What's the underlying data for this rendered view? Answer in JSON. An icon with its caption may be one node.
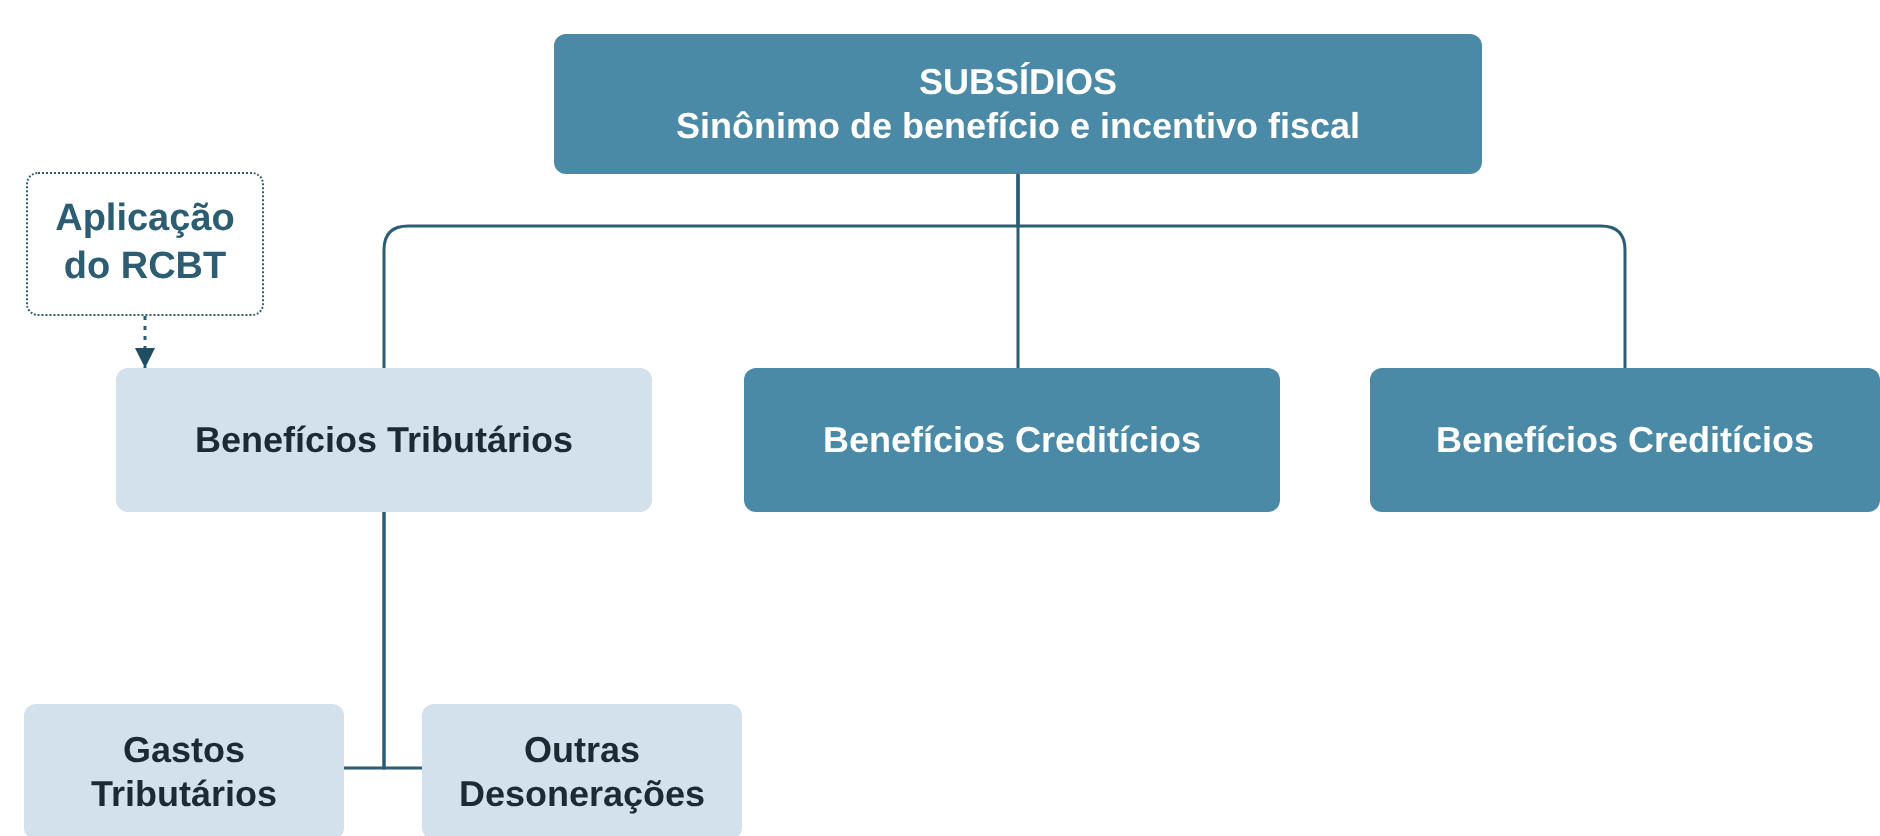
{
  "diagram": {
    "nodes": [
      {
        "text": [
          "SUBSÍDIOS",
          "Sinônimo de benefício e incentivo fiscal"
        ]
      },
      {
        "text": [
          "Aplicação do RCBT"
        ]
      },
      {
        "text": [
          "Benefícios Tributários"
        ]
      },
      {
        "text": [
          "Benefícios Creditícios"
        ]
      },
      {
        "text": [
          "Benefícios Creditícios"
        ]
      },
      {
        "text": [
          "Gastos Tributários"
        ]
      },
      {
        "text": [
          "Outras Desonerações"
        ]
      }
    ],
    "edges": [
      {
        "from": 0,
        "to": 2,
        "arrow": "none"
      },
      {
        "from": 0,
        "to": 3,
        "arrow": "none"
      },
      {
        "from": 0,
        "to": 4,
        "arrow": "none"
      },
      {
        "from": 1,
        "to": 2,
        "arrow": "to",
        "style": "dashed"
      },
      {
        "from": 2,
        "to": 5,
        "arrow": "none"
      },
      {
        "from": 2,
        "to": 6,
        "arrow": "none"
      }
    ]
  }
}
